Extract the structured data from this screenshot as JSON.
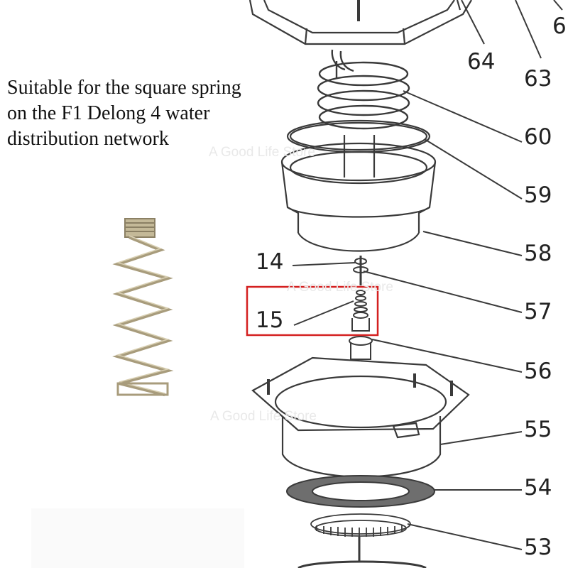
{
  "caption": {
    "line1": "Suitable for the square spring",
    "line2": "on the F1 Delong 4 water",
    "line3": "distribution network"
  },
  "watermark": "A Good Life Store",
  "callouts": [
    "6",
    "64",
    "63",
    "60",
    "59",
    "58",
    "14",
    "15",
    "57",
    "56",
    "55",
    "54",
    "53"
  ],
  "highlighted_part": "15",
  "colors": {
    "highlight": "#d42020",
    "line": "#3a3a3a",
    "spring_photo": "#b8ad8e"
  }
}
